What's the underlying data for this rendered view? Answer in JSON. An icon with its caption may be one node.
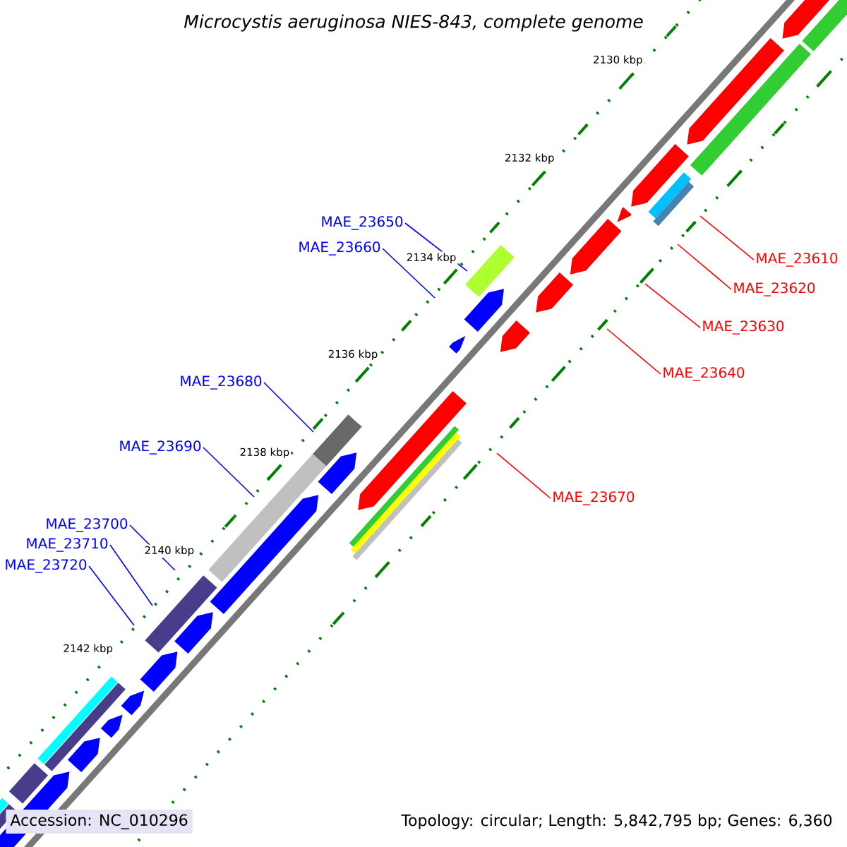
{
  "diagram": {
    "title": "Microcystis aeruginosa NIES-843, complete genome",
    "nodes": [
      {
        "text": [
          "MAE_23650"
        ]
      },
      {
        "text": [
          "MAE_23660"
        ]
      },
      {
        "text": [
          "MAE_23610"
        ]
      },
      {
        "text": [
          "MAE_23620"
        ]
      },
      {
        "text": [
          "MAE_23630"
        ]
      },
      {
        "text": [
          "MAE_23640"
        ]
      },
      {
        "text": [
          "MAE_23680"
        ]
      },
      {
        "text": [
          "MAE_23690"
        ]
      },
      {
        "text": [
          "MAE_23670"
        ]
      },
      {
        "text": [
          "MAE_23700"
        ]
      },
      {
        "text": [
          "MAE_23710"
        ]
      },
      {
        "text": [
          "MAE_23720"
        ]
      }
    ],
    "edges": [
      {
        "from": 0,
        "to": null,
        "arrow": "none"
      },
      {
        "from": 1,
        "to": null,
        "arrow": "none"
      },
      {
        "from": 2,
        "to": null,
        "arrow": "none",
        "color": "#ff0000"
      },
      {
        "from": 3,
        "to": null,
        "arrow": "none",
        "color": "#ff0000"
      },
      {
        "from": 4,
        "to": null,
        "arrow": "none",
        "color": "#ff0000"
      },
      {
        "from": 5,
        "to": null,
        "arrow": "none",
        "color": "#ff0000"
      },
      {
        "from": 6,
        "to": null,
        "arrow": "none"
      },
      {
        "from": 7,
        "to": null,
        "arrow": "none"
      },
      {
        "from": 8,
        "to": null,
        "arrow": "none",
        "color": "#ff0000"
      },
      {
        "from": 9,
        "to": null,
        "arrow": "none"
      },
      {
        "from": 10,
        "to": null,
        "arrow": "none"
      },
      {
        "from": 11,
        "to": null,
        "arrow": "none"
      }
    ],
    "labels": [
      "2130 kbp",
      "2132 kbp",
      "2134 kbp",
      "2136 kbp",
      "2138 kbp",
      "2140 kbp",
      "2142 kbp",
      "Accession: NC_010296",
      "Topology: circular; Length: 5,842,795 bp; Genes: 6,360"
    ]
  }
}
